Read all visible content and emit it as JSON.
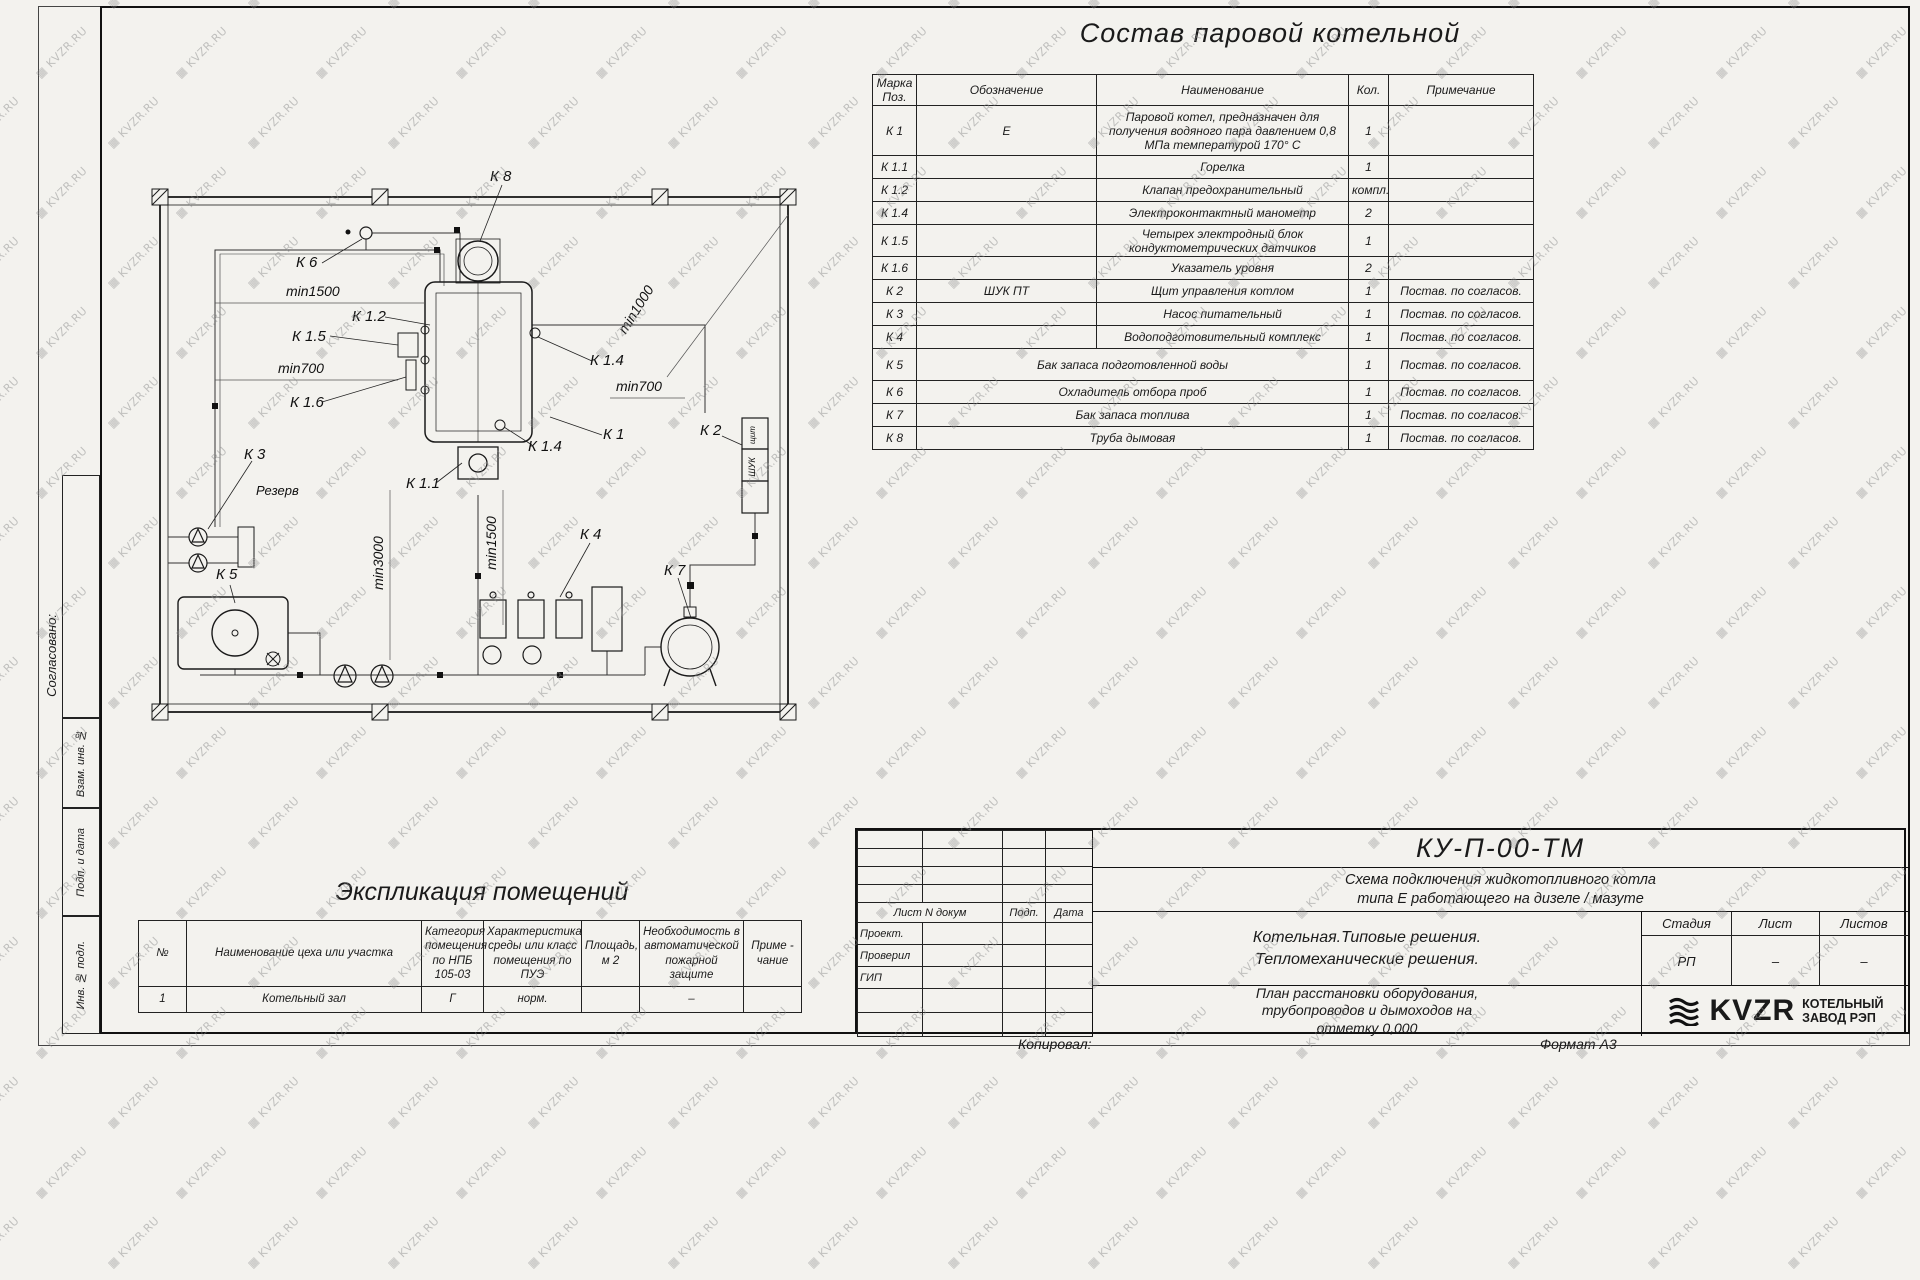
{
  "colors": {
    "line": "#1a1a1a",
    "paper": "#f3f2ee",
    "watermark": "#8d8d8d"
  },
  "watermark": {
    "icon": "▦",
    "text": "KVZR.RU"
  },
  "margin": {
    "approved": "Согласовано:",
    "vzam": "Взам. инв. №",
    "podp_data": "Подп. и дата",
    "inv_podl": "Инв. № подл.",
    "kopiroval": "Копировал:",
    "format": "Формат А3"
  },
  "bom": {
    "title": "Состав паровой котельной",
    "headers": {
      "mark_l1": "Марка",
      "mark_l2": "Поз.",
      "designation": "Обозначение",
      "name": "Наименование",
      "qty": "Кол.",
      "note": "Примечание"
    },
    "rows": [
      {
        "mark": "К 1",
        "designation": "Е",
        "name": "Паровой котел, предназначен для получения водяного пара давлением  0,8  МПа температурой  170° С",
        "qty": "1",
        "note": ""
      },
      {
        "mark": "К 1.1",
        "designation": "",
        "name": "Горелка",
        "qty": "1",
        "note": ""
      },
      {
        "mark": "К 1.2",
        "designation": "",
        "name": "Клапан предохранительный",
        "qty": "компл.",
        "note": ""
      },
      {
        "mark": "К 1.4",
        "designation": "",
        "name": "Электроконтактный манометр",
        "qty": "2",
        "note": ""
      },
      {
        "mark": "К 1.5",
        "designation": "",
        "name": "Четырех электродный блок кондуктометрических датчиков",
        "qty": "1",
        "note": ""
      },
      {
        "mark": "К 1.6",
        "designation": "",
        "name": "Указатель уровня",
        "qty": "2",
        "note": ""
      },
      {
        "mark": "К 2",
        "designation": "ШУК ПТ",
        "name": "Щит управления котлом",
        "qty": "1",
        "note": "Постав. по согласов."
      },
      {
        "mark": "К 3",
        "designation": "",
        "name": "Насос питательный",
        "qty": "1",
        "note": "Постав. по согласов."
      },
      {
        "mark": "К 4",
        "designation": "",
        "name": "Водоподготовительный комплекс",
        "qty": "1",
        "note": "Постав. по согласов."
      },
      {
        "mark": "К 5",
        "designation": "",
        "name": "Бак запаса подготовленной воды",
        "qty": "1",
        "note": "Постав. по согласов."
      },
      {
        "mark": "К 6",
        "designation": "",
        "name": "Охладитель отбора проб",
        "qty": "1",
        "note": "Постав. по согласов."
      },
      {
        "mark": "К 7",
        "designation": "",
        "name": "Бак запаса топлива",
        "qty": "1",
        "note": "Постав. по согласов."
      },
      {
        "mark": "К 8",
        "designation": "",
        "name": "Труба дымовая",
        "qty": "1",
        "note": "Постав. по согласов."
      }
    ]
  },
  "plan": {
    "labels": [
      {
        "text": "К 8"
      },
      {
        "text": "К 6"
      },
      {
        "text": "min1500"
      },
      {
        "text": "К 1.2"
      },
      {
        "text": "К 1.5"
      },
      {
        "text": "min700"
      },
      {
        "text": "К 1.6"
      },
      {
        "text": "min1000"
      },
      {
        "text": "К 1.4"
      },
      {
        "text": "min700"
      },
      {
        "text": "К 1.4"
      },
      {
        "text": "К 1"
      },
      {
        "text": "К 2"
      },
      {
        "text": "К 1.1"
      },
      {
        "text": "К 3"
      },
      {
        "text": "Резерв"
      },
      {
        "text": "min3000"
      },
      {
        "text": "min1500"
      },
      {
        "text": "К 4"
      },
      {
        "text": "К 5"
      },
      {
        "text": "К 7"
      },
      {
        "text": "щит"
      },
      {
        "text": "ШУК"
      }
    ]
  },
  "explication": {
    "title": "Экспликация помещений",
    "headers": [
      "№",
      "Наименование цеха или участка",
      "Категория помещения по НПБ 105-03",
      "Характеристика среды или класс помещения по ПУЭ",
      "Площадь, м 2",
      "Необходимость в автоматической пожарной защите",
      "Приме - чание"
    ],
    "row": {
      "num": "1",
      "name": "Котельный зал",
      "category": "Г",
      "env": "норм.",
      "area": "",
      "fire": "–",
      "note": ""
    }
  },
  "stamp": {
    "doc_number": "КУ-П-00-ТМ",
    "subtitle_l1": "Схема подключения жидкотопливного котла",
    "subtitle_l2": "типа Е работающего на дизеле / мазуте",
    "col_doc": "Лист N докум",
    "col_sign": "Подп.",
    "col_date": "Дата",
    "roles": [
      "Проект.",
      "Проверил",
      "ГИП"
    ],
    "desc_l1": "Котельная.Типовые решения.",
    "desc_l2": "Тепломеханические решения.",
    "stage_h": "Стадия",
    "sheet_h": "Лист",
    "sheets_h": "Листов",
    "stage": "РП",
    "sheet": "–",
    "sheets": "–",
    "plan_l1": "План расстановки оборудования,",
    "plan_l2": "трубопроводов и дымоходов на",
    "plan_l3": "отметку  0,000",
    "brand": "KVZR",
    "brand_l1": "КОТЕЛЬНЫЙ",
    "brand_l2": "ЗАВОД РЭП"
  }
}
